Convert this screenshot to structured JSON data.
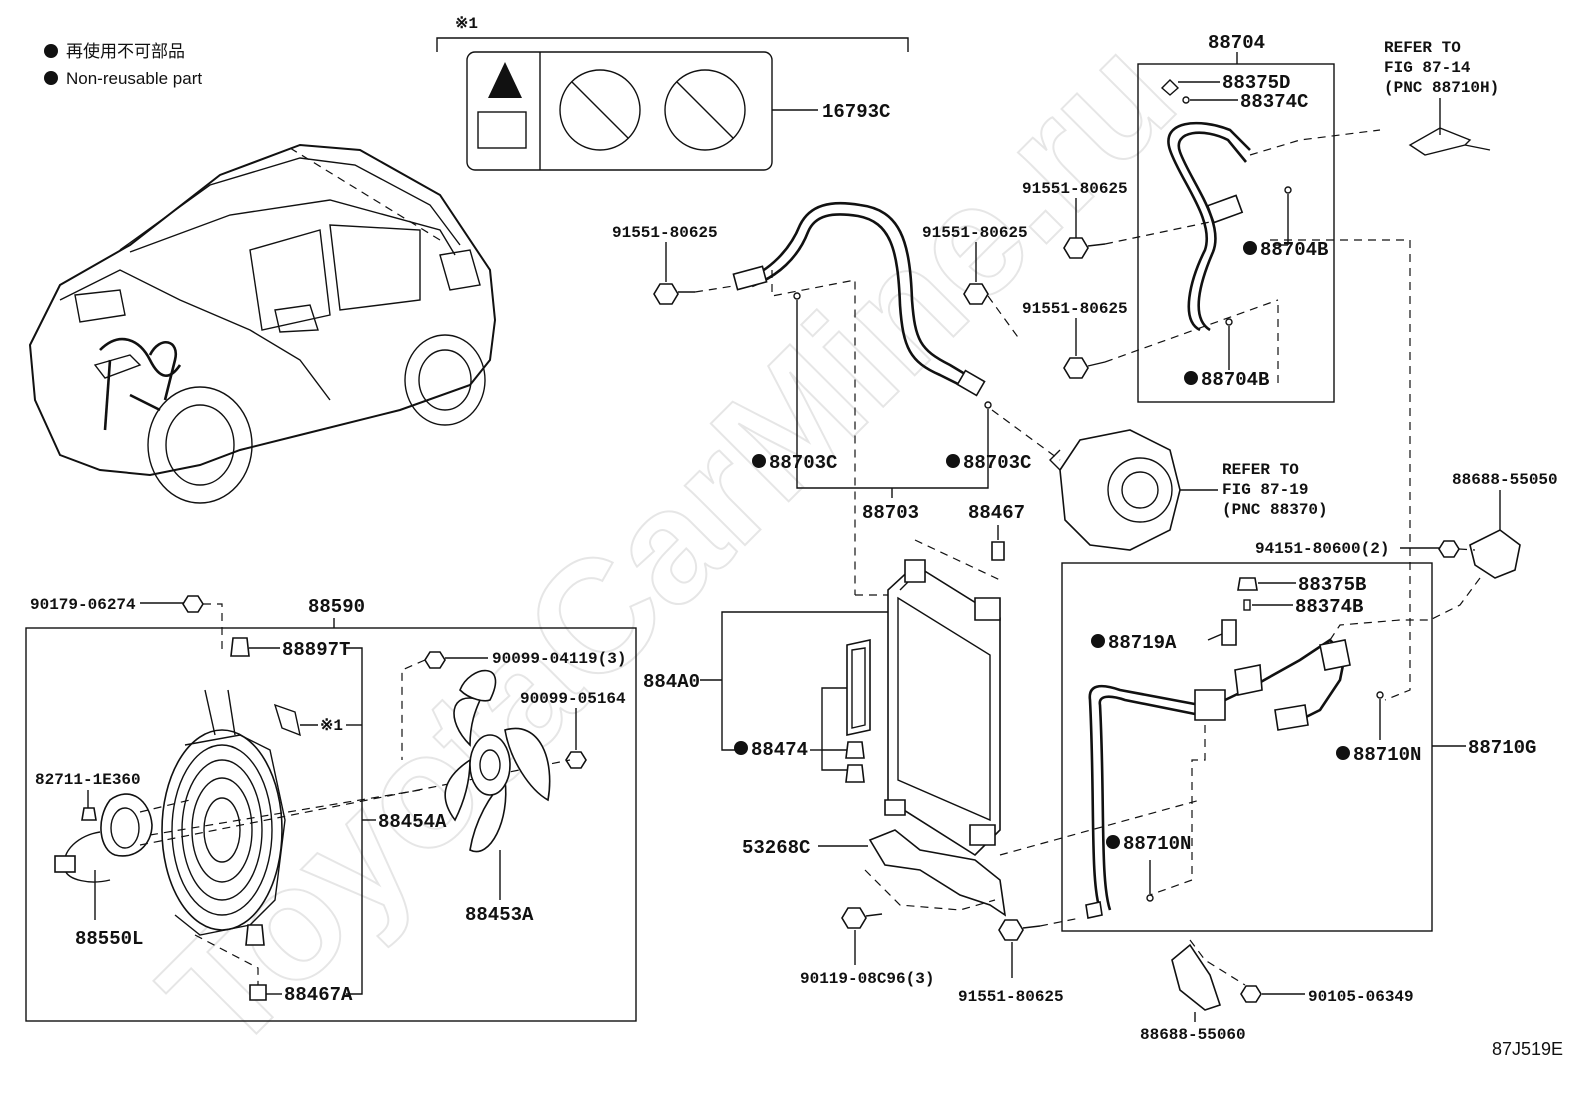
{
  "legend": {
    "jp": "再使用不可部品",
    "en": "Non-reusable part"
  },
  "watermark": "ToyotaCarMine.ru",
  "diagram_code": "87J519E",
  "note_mark": "※1",
  "labels": {
    "p16793C": "16793C",
    "p88704": "88704",
    "p88375D": "88375D",
    "p88374C": "88374C",
    "p88704B_1": "88704B",
    "p88704B_2": "88704B",
    "refer1_a": "REFER TO",
    "refer1_b": "FIG 87-14",
    "refer1_c": "(PNC 88710H)",
    "bolt_a": "91551-80625",
    "bolt_b": "91551-80625",
    "bolt_c": "91551-80625",
    "bolt_d": "91551-80625",
    "bolt_e": "91551-80625",
    "p88703C_1": "88703C",
    "p88703C_2": "88703C",
    "refer2_a": "REFER TO",
    "refer2_b": "FIG 87-19",
    "refer2_c": "(PNC 88370)",
    "p88703": "88703",
    "p88467": "88467",
    "p88688_55050": "88688-55050",
    "p94151": "94151-80600(2)",
    "p88375B": "88375B",
    "p88374B": "88374B",
    "p88719A": "88719A",
    "p90179": "90179-06274",
    "p88590": "88590",
    "p88897T": "88897T",
    "p90099_04119": "90099-04119(3)",
    "p90099_05164": "90099-05164",
    "note1": "※1",
    "p884A0": "884A0",
    "p88474": "88474",
    "p88710N_1": "88710N",
    "p88710G": "88710G",
    "p82711": "82711-1E360",
    "p88454A": "88454A",
    "p88453A": "88453A",
    "p53268C": "53268C",
    "p88710N_2": "88710N",
    "p88550L": "88550L",
    "p88467A": "88467A",
    "p90119": "90119-08C96(3)",
    "p90105": "90105-06349",
    "p88688_55060": "88688-55060"
  }
}
